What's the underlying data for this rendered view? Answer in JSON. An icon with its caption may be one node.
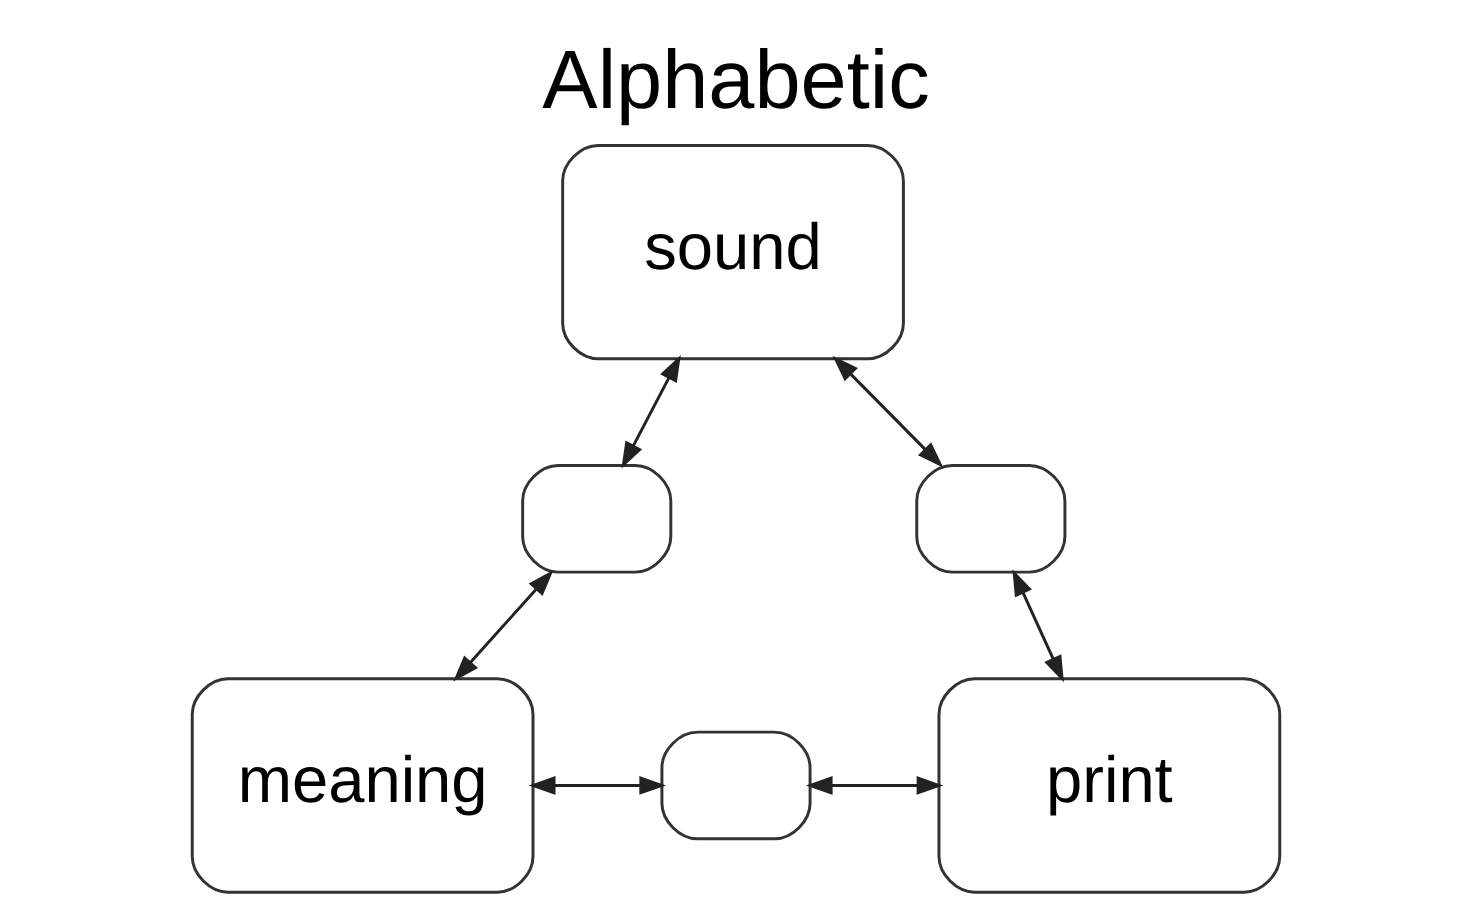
{
  "diagram": {
    "title": "Alphabetic",
    "nodes": [
      {
        "text": [
          "sound"
        ]
      },
      {
        "text": [
          "meaning"
        ]
      },
      {
        "text": [
          "print"
        ]
      },
      {
        "text": [],
        "shape": "box"
      },
      {
        "text": [],
        "shape": "box"
      },
      {
        "text": [],
        "shape": "box"
      }
    ],
    "edges": [
      {
        "from": 0,
        "to": 3,
        "arrow": "both"
      },
      {
        "from": 3,
        "to": 1,
        "arrow": "both"
      },
      {
        "from": 0,
        "to": 4,
        "arrow": "both"
      },
      {
        "from": 4,
        "to": 2,
        "arrow": "both"
      },
      {
        "from": 1,
        "to": 5,
        "arrow": "both"
      },
      {
        "from": 5,
        "to": 2,
        "arrow": "both"
      }
    ]
  }
}
